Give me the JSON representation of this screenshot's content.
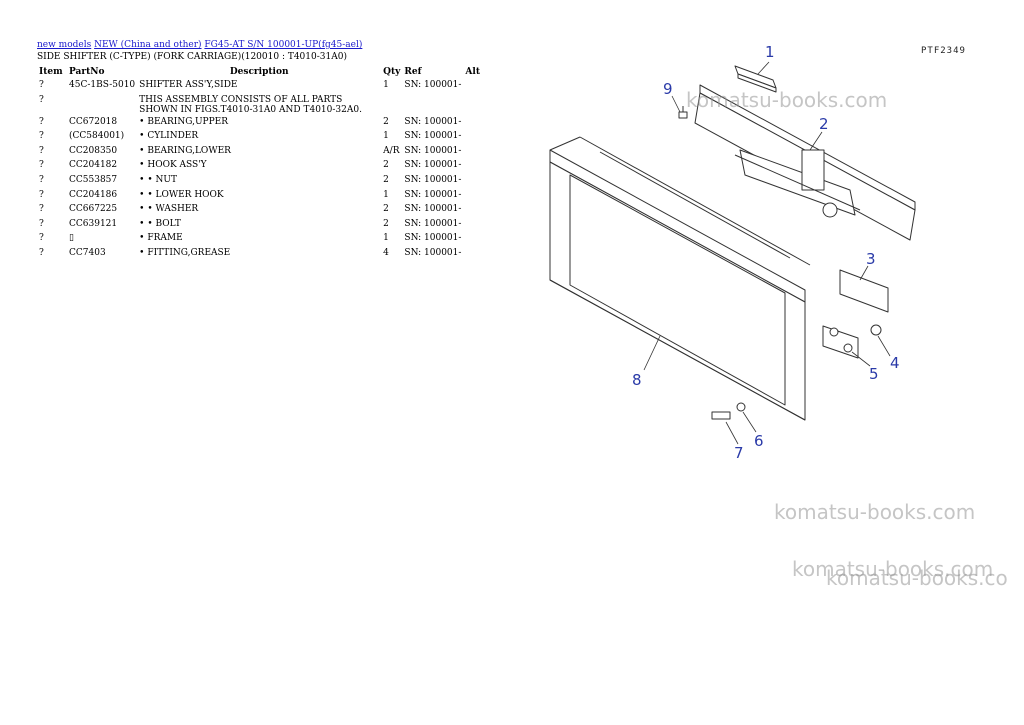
{
  "breadcrumb": {
    "link1": "new models",
    "link2": "NEW (China and other)",
    "link3": "FG45-AT S/N 100001-UP(fg45-ael)"
  },
  "subtitle": "SIDE SHIFTER (C-TYPE) (FORK CARRIAGE)(120010 : T4010-31A0)",
  "table": {
    "headers": {
      "item": "Item",
      "partno": "PartNo",
      "description": "Description",
      "qty": "Qty",
      "ref": "Ref",
      "alt": "Alt"
    },
    "rows": [
      {
        "item": "?",
        "partno": "45C-1BS-5010",
        "description": "SHIFTER ASS'Y,SIDE",
        "qty": "1",
        "ref": "SN: 100001-"
      },
      {
        "item": "?",
        "partno": "",
        "description": "THIS ASSEMBLY CONSISTS OF ALL PARTS SHOWN IN FIGS.T4010-31A0 AND T4010-32A0.",
        "qty": "",
        "ref": ""
      },
      {
        "item": "?",
        "partno": "CC672018",
        "description": "• BEARING,UPPER",
        "qty": "2",
        "ref": "SN: 100001-"
      },
      {
        "item": "?",
        "partno": "(CC584001)",
        "description": "• CYLINDER",
        "qty": "1",
        "ref": "SN: 100001-"
      },
      {
        "item": "?",
        "partno": "CC208350",
        "description": "• BEARING,LOWER",
        "qty": "A/R",
        "ref": "SN: 100001-"
      },
      {
        "item": "?",
        "partno": "CC204182",
        "description": "• HOOK ASS'Y",
        "qty": "2",
        "ref": "SN: 100001-"
      },
      {
        "item": "?",
        "partno": "CC553857",
        "description": "• • NUT",
        "qty": "2",
        "ref": "SN: 100001-"
      },
      {
        "item": "?",
        "partno": "CC204186",
        "description": "• • LOWER HOOK",
        "qty": "1",
        "ref": "SN: 100001-"
      },
      {
        "item": "?",
        "partno": "CC667225",
        "description": "• • WASHER",
        "qty": "2",
        "ref": "SN: 100001-"
      },
      {
        "item": "?",
        "partno": "CC639121",
        "description": "• • BOLT",
        "qty": "2",
        "ref": "SN: 100001-"
      },
      {
        "item": "?",
        "partno": "▯",
        "description": "• FRAME",
        "qty": "1",
        "ref": "SN: 100001-"
      },
      {
        "item": "?",
        "partno": "CC7403",
        "description": "• FITTING,GREASE",
        "qty": "4",
        "ref": "SN: 100001-"
      }
    ]
  },
  "figure": {
    "code": "PTF2349",
    "callouts": [
      "1",
      "2",
      "3",
      "4",
      "5",
      "6",
      "7",
      "8",
      "9"
    ],
    "callout_color": "#2a3aa8"
  },
  "watermarks": [
    "komatsu-books.com",
    "komatsu-books.com",
    "komatsu-books.com",
    "komatsu-books.co"
  ]
}
